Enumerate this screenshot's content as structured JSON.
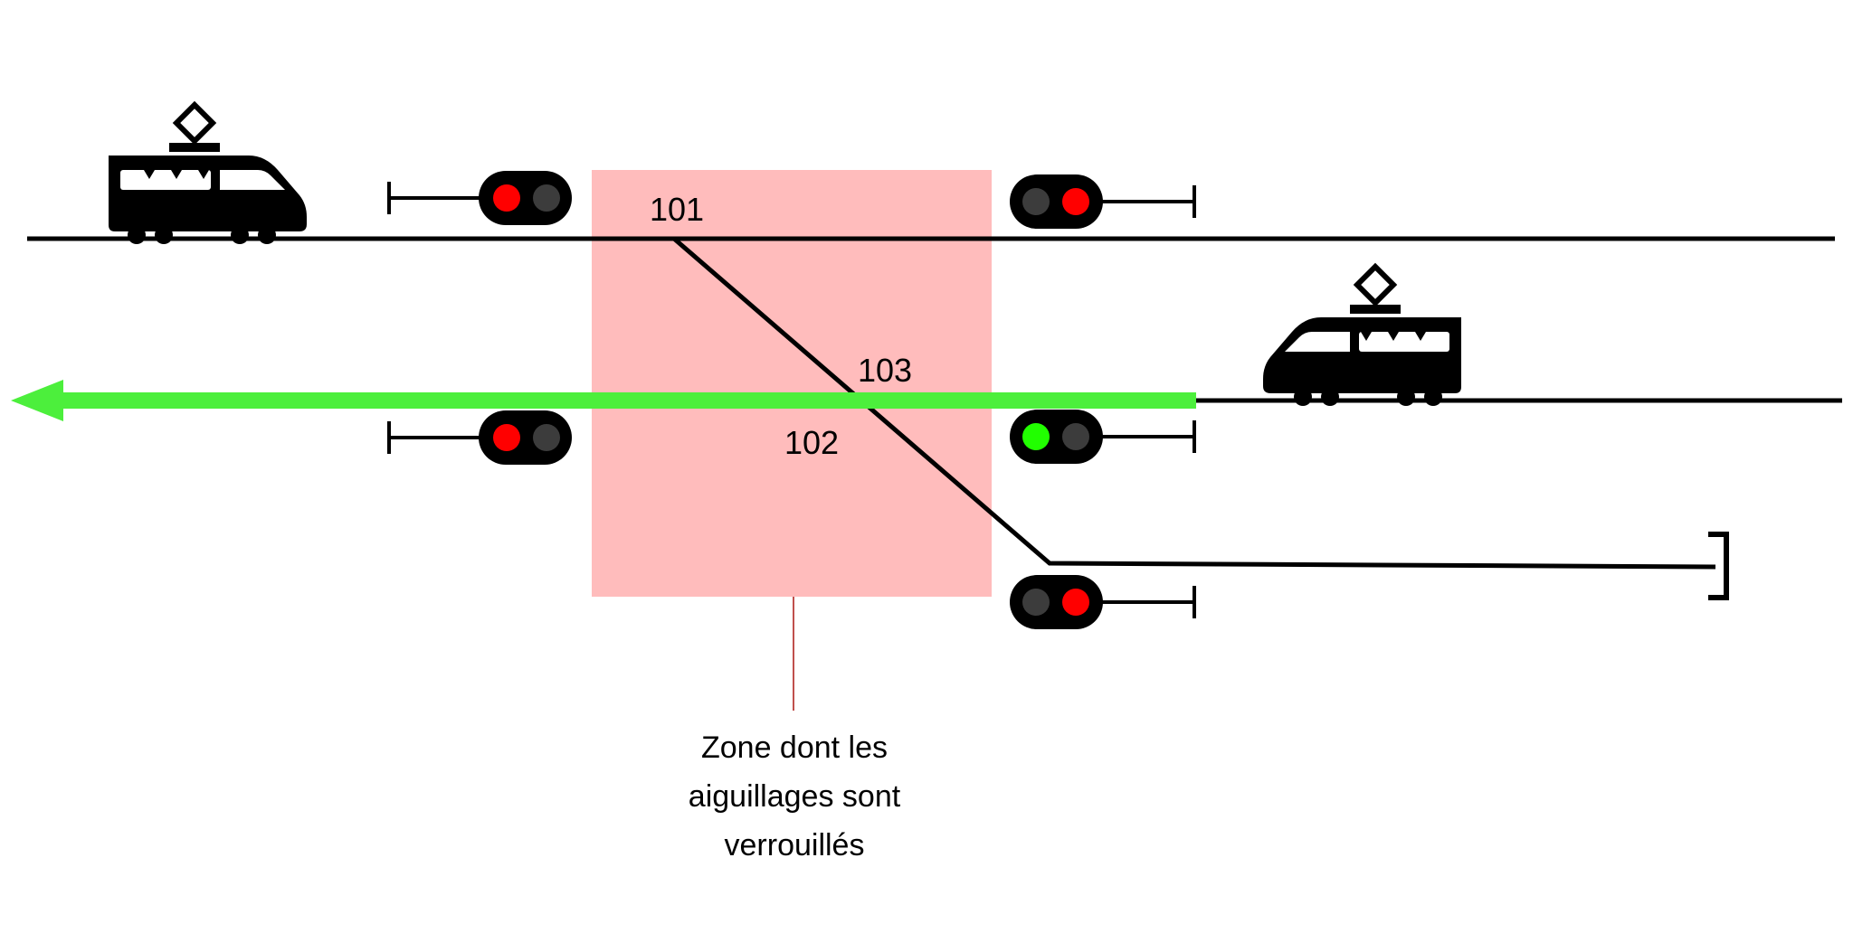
{
  "switches": [
    {
      "id": "101"
    },
    {
      "id": "102"
    },
    {
      "id": "103"
    }
  ],
  "zone": {
    "caption_lines": [
      "Zone dont les",
      "aiguillages sont",
      "verrouillés"
    ],
    "color": "#ffbcbc",
    "leader_color": "#c0504d"
  },
  "route": {
    "direction": "left",
    "color": "#4cef3c"
  },
  "signals": [
    {
      "name": "signal-track1-left",
      "aspect": "red"
    },
    {
      "name": "signal-track1-right",
      "aspect": "red"
    },
    {
      "name": "signal-track2-left",
      "aspect": "red"
    },
    {
      "name": "signal-track2-right",
      "aspect": "green"
    },
    {
      "name": "signal-track3-right",
      "aspect": "red"
    }
  ],
  "colors": {
    "track": "#000000",
    "signal_red": "#ff0000",
    "signal_green": "#21ff00",
    "signal_off": "#3c3c3c",
    "signal_body": "#000000"
  },
  "icons": {
    "tram": "tram-icon",
    "signal": "traffic-signal-icon",
    "buffer_stop": "buffer-stop-icon",
    "arrow": "arrow-left-icon"
  }
}
